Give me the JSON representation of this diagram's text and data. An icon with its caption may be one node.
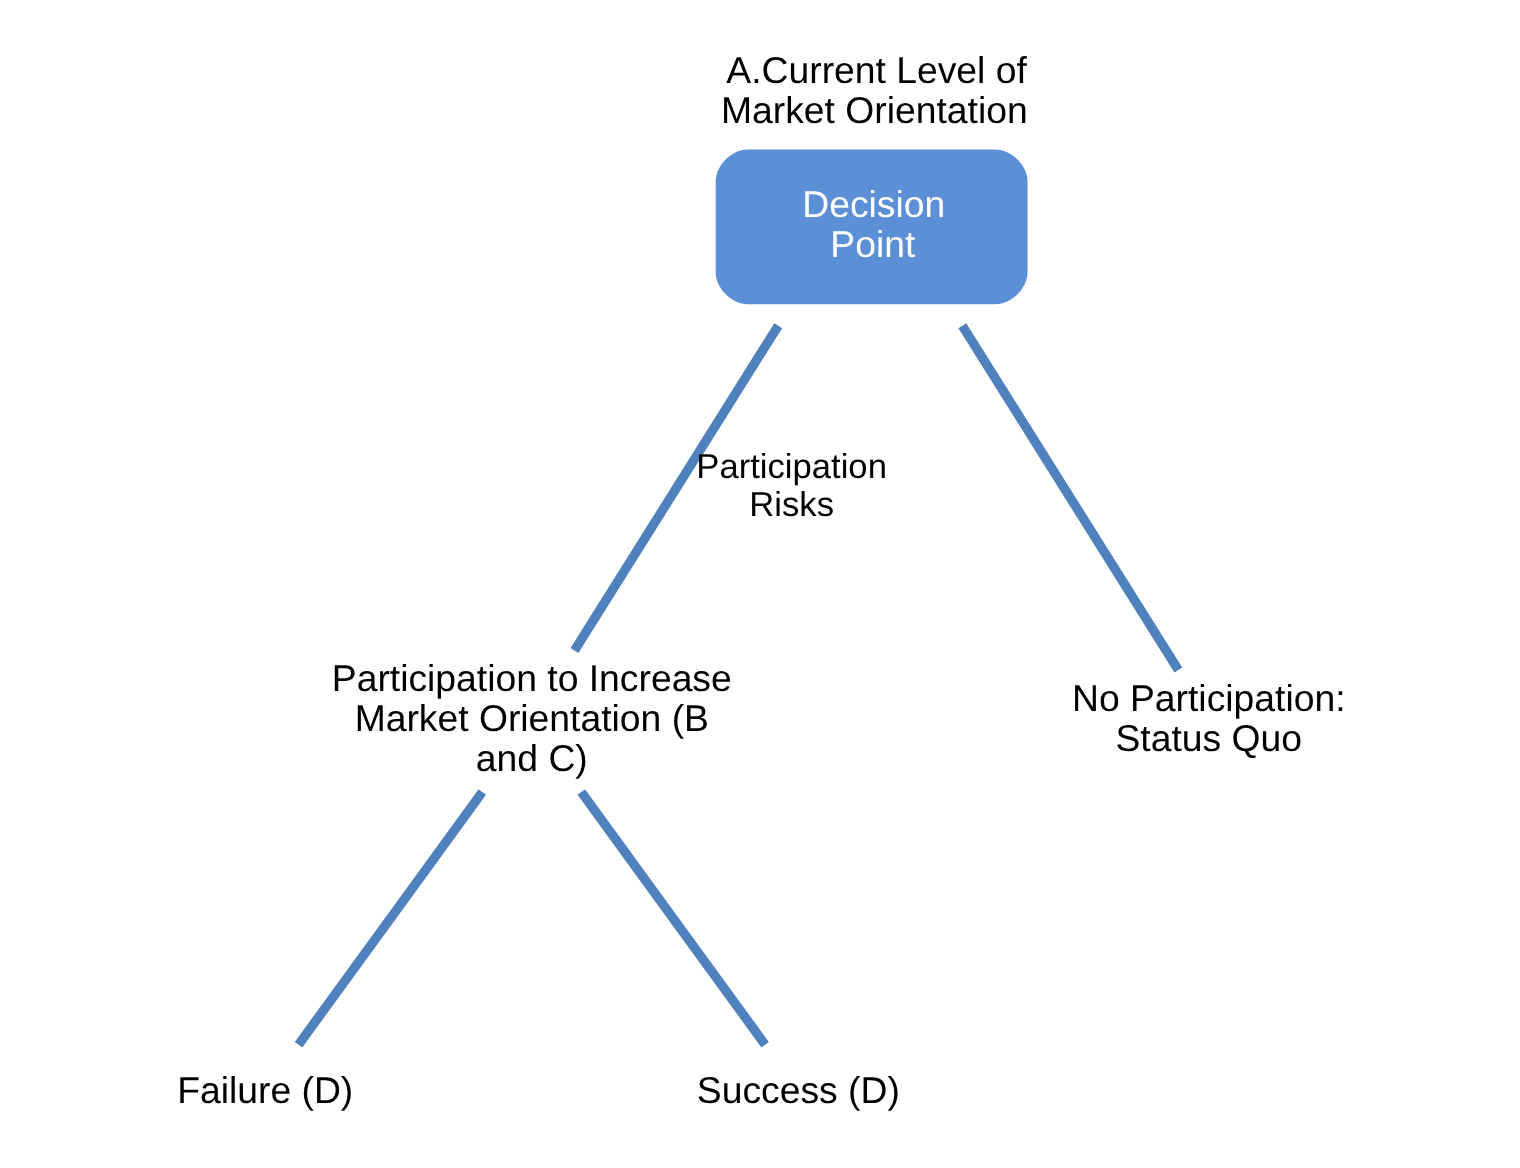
{
  "diagram": {
    "nodes": [
      {
        "text": [
          "A.Current Level of Market Orientation",
          "Decision Point"
        ]
      },
      {
        "text": [
          "Participation to Increase Market Orientation (B and C)"
        ]
      },
      {
        "text": [
          "No Participation: Status Quo"
        ]
      },
      {
        "text": [
          "Failure (D)"
        ]
      },
      {
        "text": [
          "Success (D)"
        ]
      }
    ],
    "edges": [
      {
        "from": 0,
        "to": 1,
        "arrow": "none",
        "label": "Participation Risks"
      },
      {
        "from": 0,
        "to": 2,
        "arrow": "none"
      },
      {
        "from": 1,
        "to": 3,
        "arrow": "none"
      },
      {
        "from": 1,
        "to": 4,
        "arrow": "none"
      }
    ]
  }
}
